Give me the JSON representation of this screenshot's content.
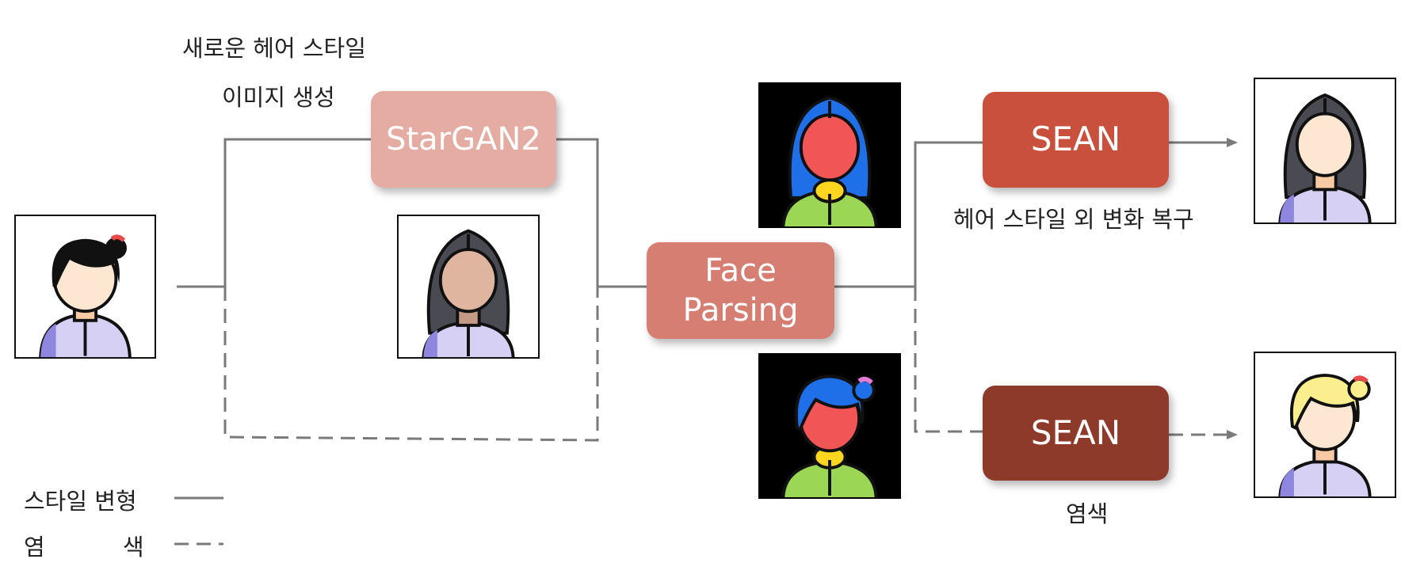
{
  "annotations": {
    "new_style_line1": "새로운 헤어 스타일",
    "new_style_line2": "이미지 생성",
    "restore": "헤어 스타일 외 변화 복구",
    "dye": "염색"
  },
  "nodes": {
    "stargan": {
      "label": "StarGAN2",
      "color": "#e4aca2"
    },
    "face_parsing": {
      "label": "Face\nParsing",
      "color": "#d67e72"
    },
    "sean_top": {
      "label": "SEAN",
      "color": "#c8503c"
    },
    "sean_bottom": {
      "label": "SEAN",
      "color": "#8e3a2a"
    }
  },
  "legend": {
    "style_transform": "스타일 변형",
    "dye_char1": "염",
    "dye_char2": "색"
  },
  "colors": {
    "connector": "#7a7a7a",
    "skin_light": "#fde6d2",
    "skin_tan": "#e0b5a0",
    "shirt": "#d6d0f5",
    "shirt_shade": "#8f86e0",
    "hair_black": "#111111",
    "hair_dark": "#4a4a52",
    "hair_blonde": "#fbee8e",
    "seg_hair": "#1f6fe8",
    "seg_face": "#f25555",
    "seg_neck": "#ffd61f",
    "seg_cloth": "#9bd655",
    "bun_red": "#e84a4a",
    "bun_pink": "#e27ad8"
  },
  "icons": {
    "input": "person-black-hair-bun-icon",
    "stargan_out": "person-long-dark-hair-icon",
    "seg_top": "segmentation-long-hair-icon",
    "seg_bottom": "segmentation-bun-hair-icon",
    "out_top": "person-long-dark-hair-restored-icon",
    "out_bottom": "person-blonde-bun-icon"
  }
}
